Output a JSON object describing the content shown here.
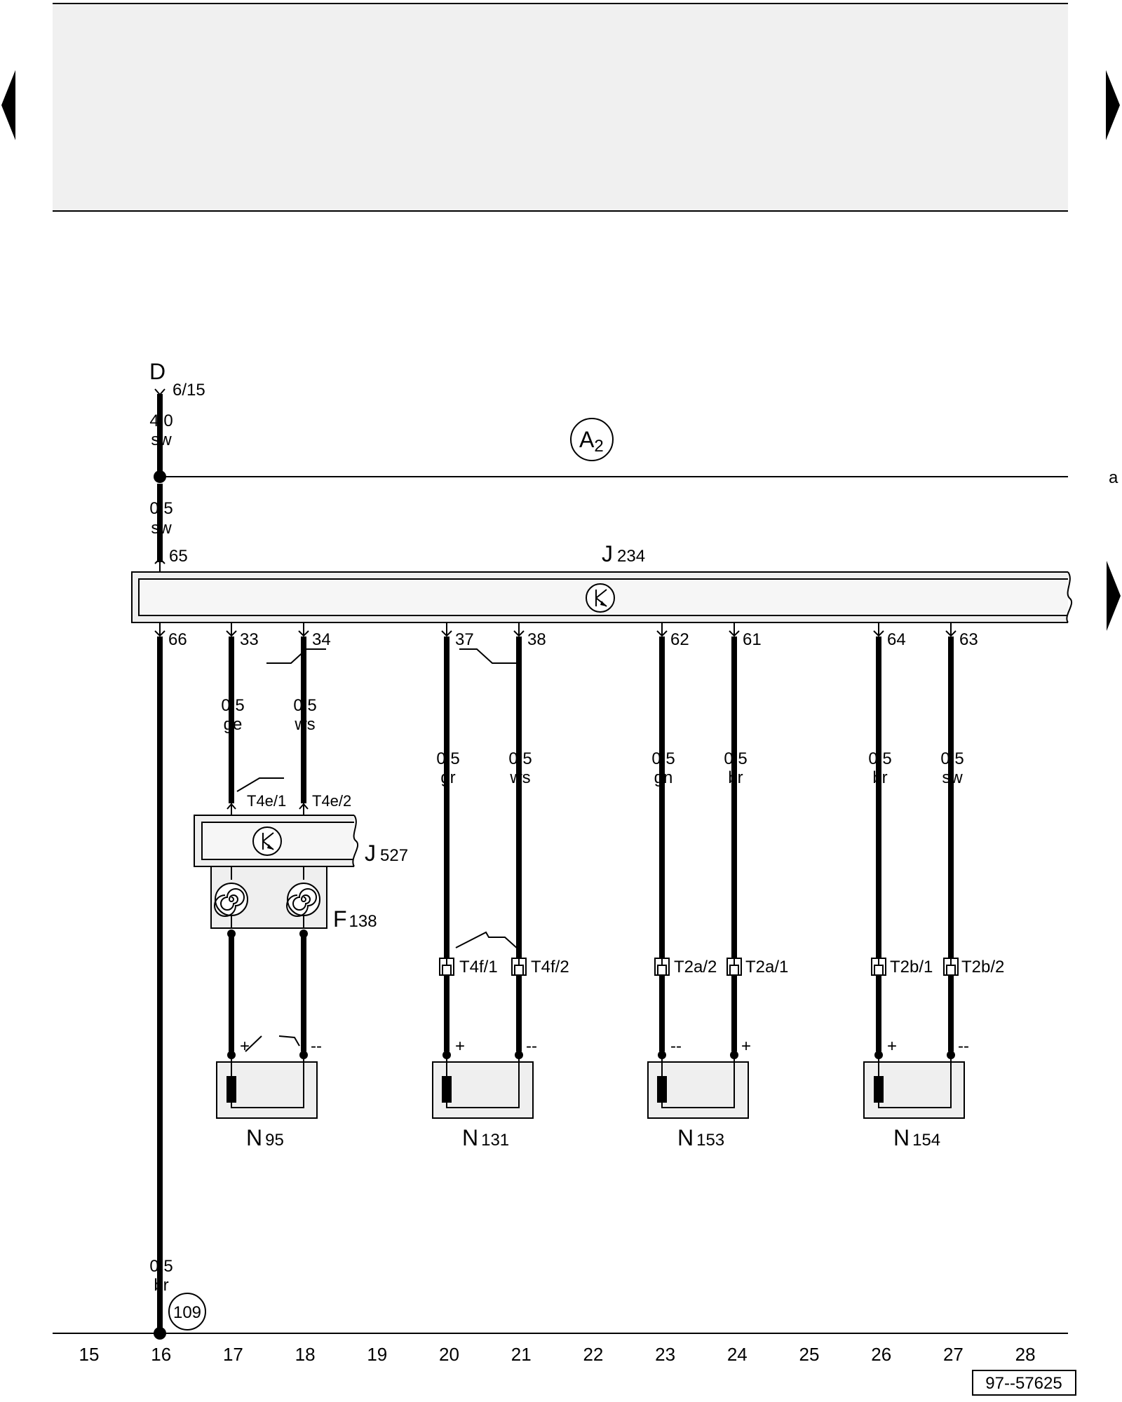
{
  "doc_id": "97--57625",
  "column_numbers": [
    "15",
    "16",
    "17",
    "18",
    "19",
    "20",
    "21",
    "22",
    "23",
    "24",
    "25",
    "26",
    "27",
    "28"
  ],
  "side_label": "a",
  "supply": {
    "label": "D",
    "terminal": "6/15",
    "wire_upper": {
      "size": "4,0",
      "color": "sw"
    },
    "wire_lower": {
      "size": "0,5",
      "color": "sw"
    },
    "bus_marker": "A",
    "bus_marker_sub": "2"
  },
  "control_unit": {
    "letter": "J",
    "number": "234",
    "pin_in": "65"
  },
  "ground": {
    "pin": "66",
    "size": "0,5",
    "color": "br",
    "point": "109"
  },
  "wires": [
    {
      "pin": "33",
      "size": "0,5",
      "color": "ge"
    },
    {
      "pin": "34",
      "size": "0,5",
      "color": "ws"
    },
    {
      "pin": "37",
      "size": "0,5",
      "color": "gr"
    },
    {
      "pin": "38",
      "size": "0,5",
      "color": "ws"
    },
    {
      "pin": "62",
      "size": "0,5",
      "color": "gn"
    },
    {
      "pin": "61",
      "size": "0,5",
      "color": "br"
    },
    {
      "pin": "64",
      "size": "0,5",
      "color": "br"
    },
    {
      "pin": "63",
      "size": "0,5",
      "color": "sw"
    }
  ],
  "connectors": {
    "t4e_1": "T4e/1",
    "t4e_2": "T4e/2",
    "t4f_1": "T4f/1",
    "t4f_2": "T4f/2",
    "t2a_2": "T2a/2",
    "t2a_1": "T2a/1",
    "t2b_1": "T2b/1",
    "t2b_2": "T2b/2"
  },
  "sub_unit": {
    "letter": "J",
    "number": "527"
  },
  "clockspring": {
    "letter": "F",
    "number": "138"
  },
  "polarity": {
    "plus": "+",
    "minus": "--"
  },
  "igniters": [
    {
      "letter": "N",
      "number": "95"
    },
    {
      "letter": "N",
      "number": "131"
    },
    {
      "letter": "N",
      "number": "153"
    },
    {
      "letter": "N",
      "number": "154"
    }
  ]
}
